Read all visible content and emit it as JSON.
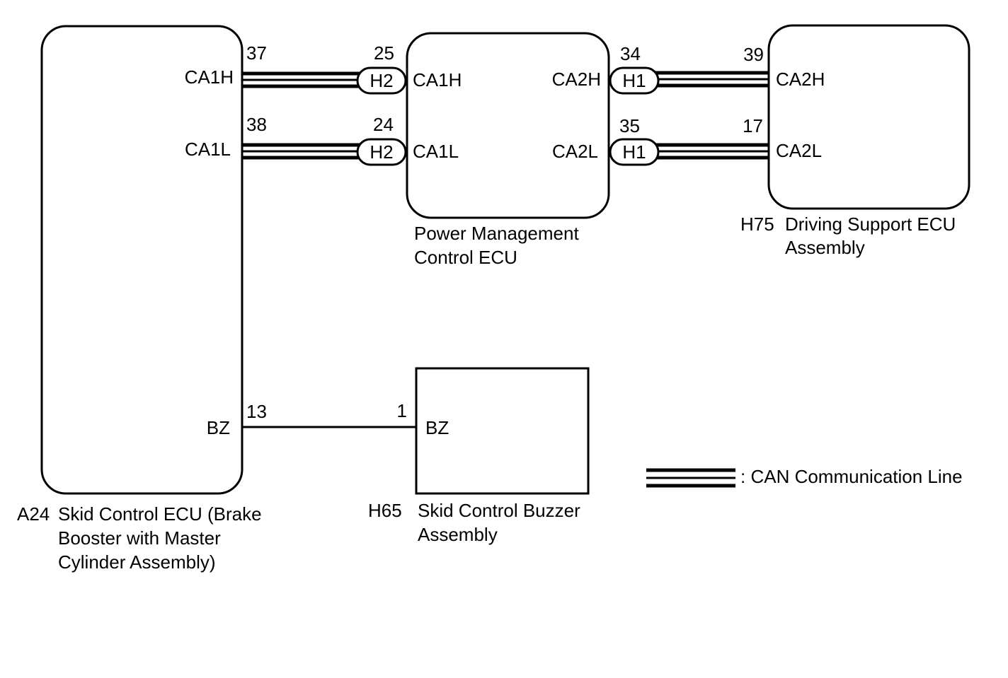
{
  "components": {
    "skid_ecu": {
      "code": "A24",
      "name_lines": [
        "Skid Control ECU (Brake",
        "Booster with Master",
        "Cylinder Assembly)"
      ],
      "pins": {
        "ca1h": {
          "label": "CA1H",
          "number": "37"
        },
        "ca1l": {
          "label": "CA1L",
          "number": "38"
        },
        "bz": {
          "label": "BZ",
          "number": "13"
        }
      }
    },
    "power_ecu": {
      "name_lines": [
        "Power Management",
        "Control ECU"
      ],
      "pins": {
        "ca1h": {
          "label": "CA1H",
          "number": "25"
        },
        "ca1l": {
          "label": "CA1L",
          "number": "24"
        },
        "ca2h": {
          "label": "CA2H",
          "number": "34"
        },
        "ca2l": {
          "label": "CA2L",
          "number": "35"
        }
      },
      "connectors": {
        "left": "H2",
        "right": "H1"
      }
    },
    "driving_ecu": {
      "code": "H75",
      "name_lines": [
        "Driving Support ECU",
        "Assembly"
      ],
      "pins": {
        "ca2h": {
          "label": "CA2H",
          "number": "39"
        },
        "ca2l": {
          "label": "CA2L",
          "number": "17"
        }
      }
    },
    "buzzer": {
      "code": "H65",
      "name_lines": [
        "Skid Control Buzzer",
        "Assembly"
      ],
      "pins": {
        "bz": {
          "label": "BZ",
          "number": "1"
        }
      }
    }
  },
  "legend": {
    "can_label": ": CAN Communication Line"
  }
}
